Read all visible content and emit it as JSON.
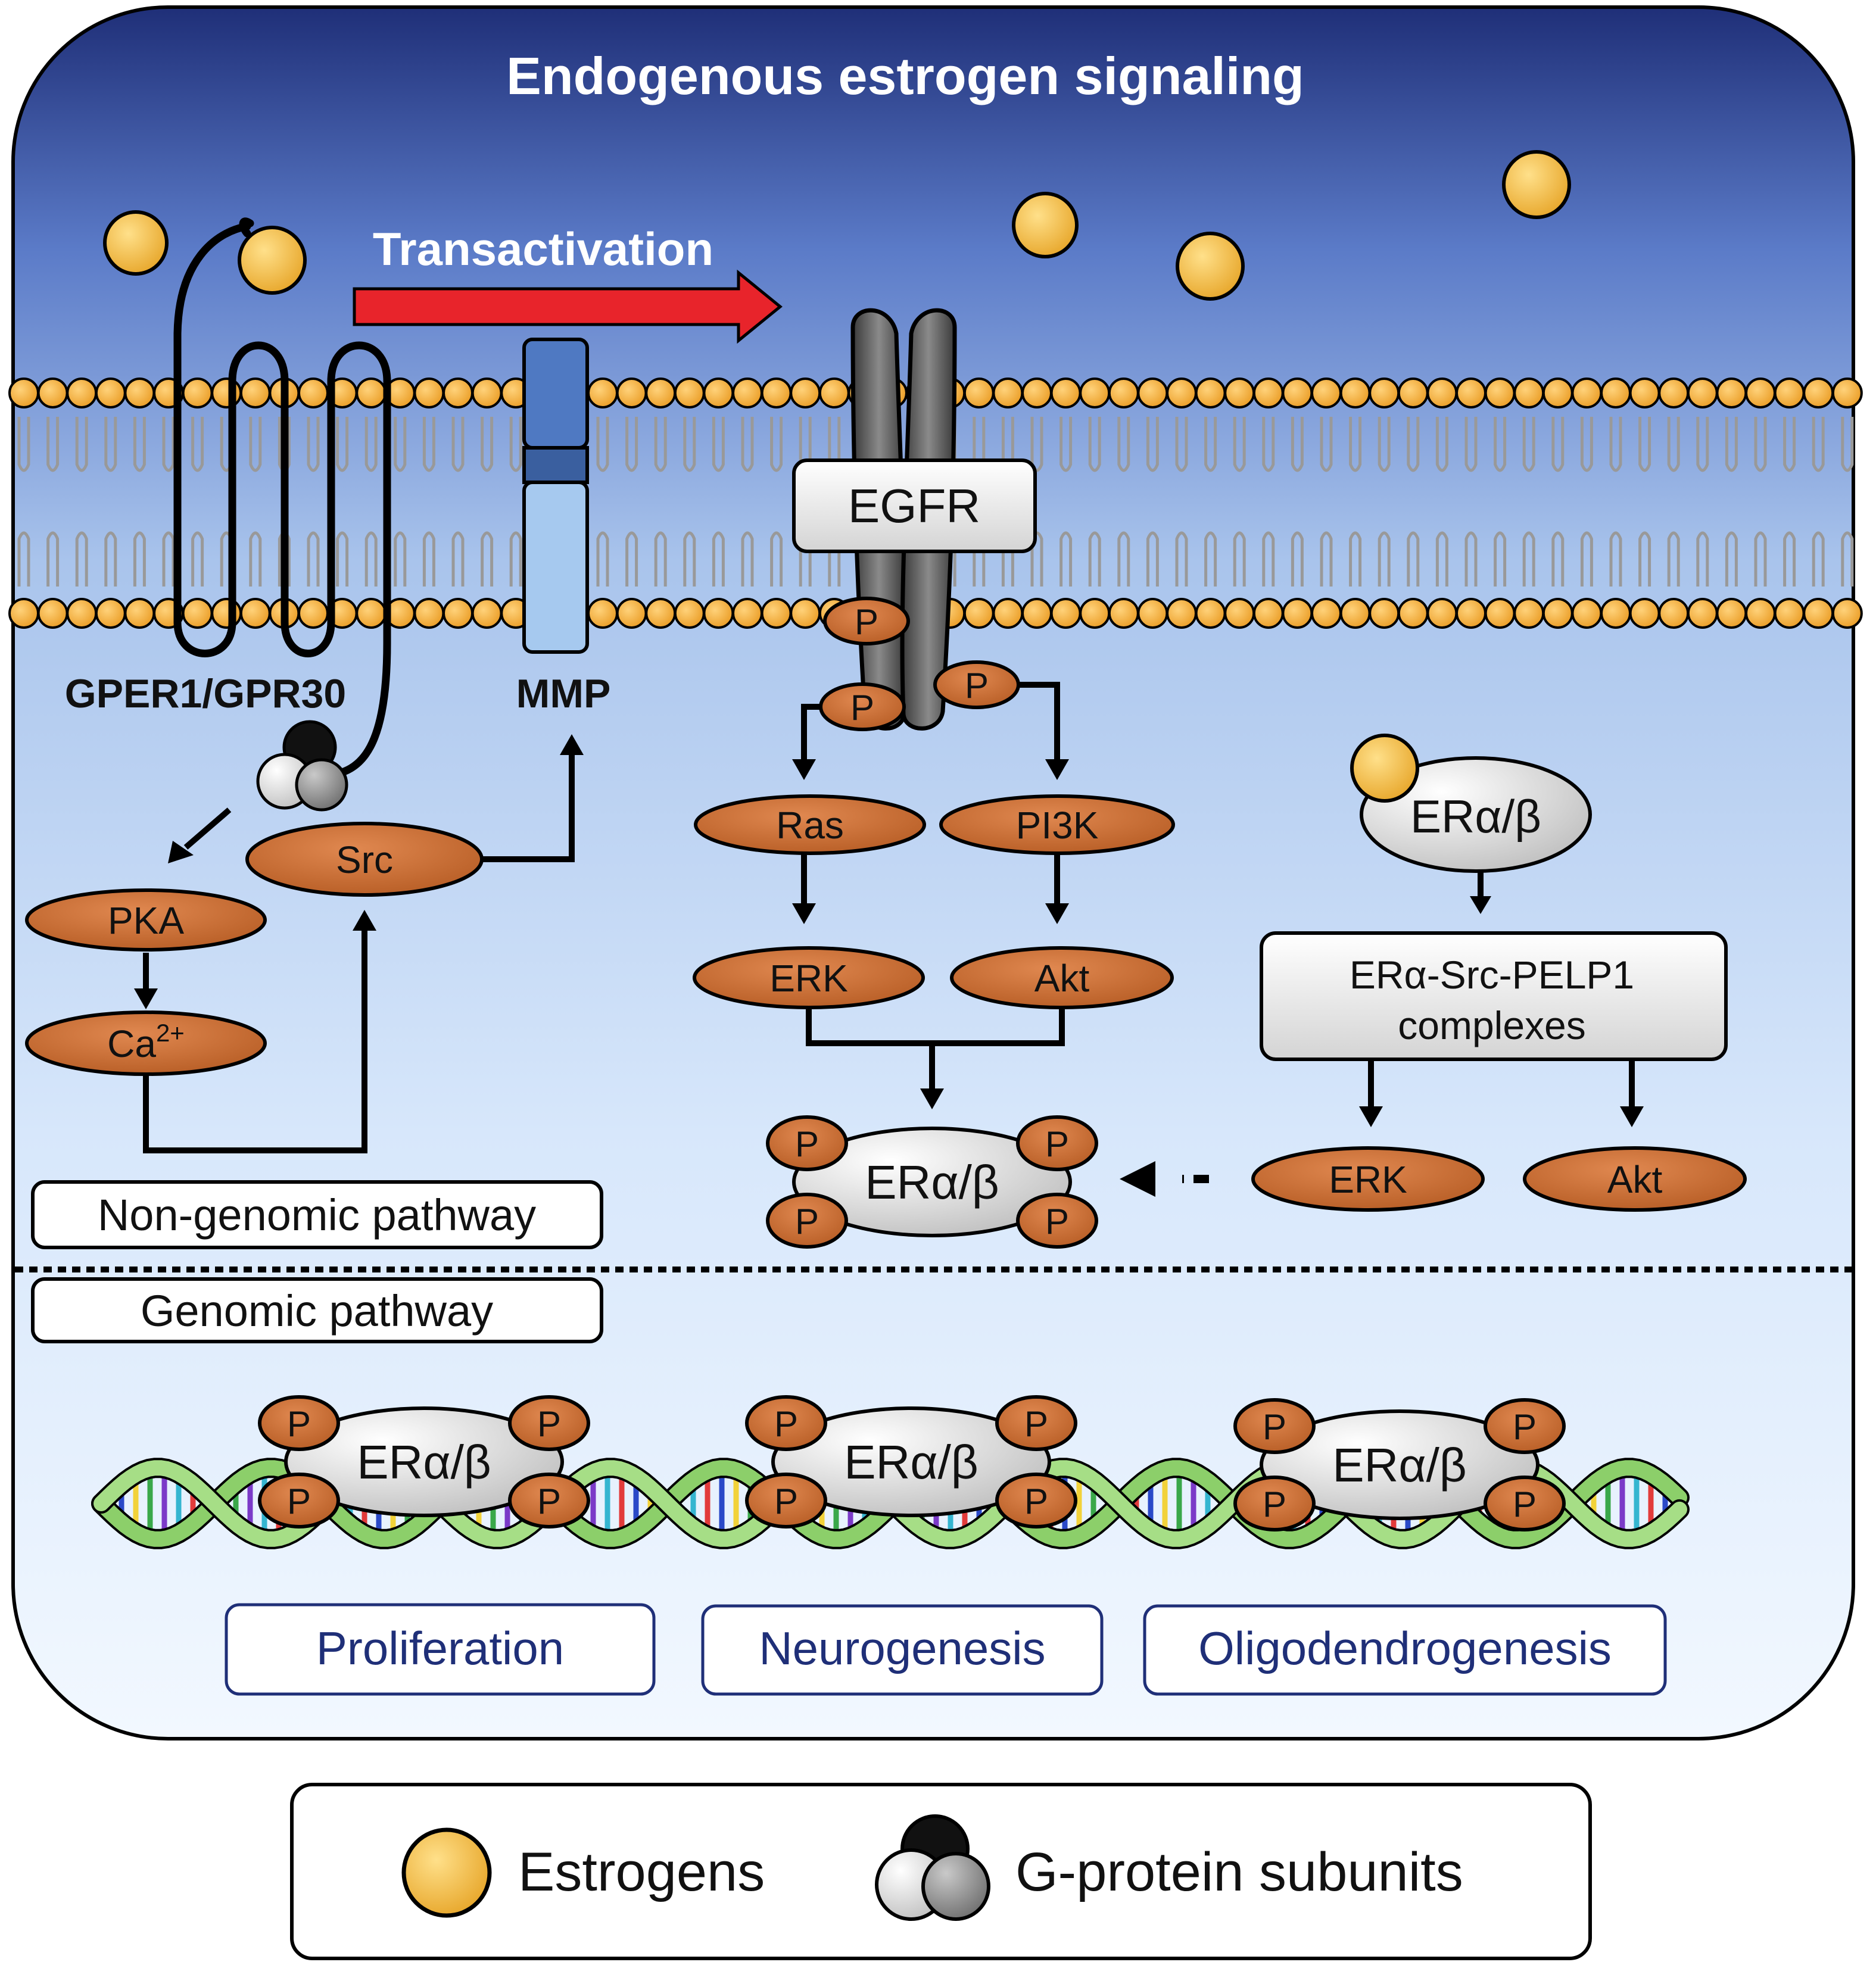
{
  "title": "Endogenous estrogen signaling",
  "arrow_label": "Transactivation",
  "receptors": {
    "gper": "GPER1/GPR30",
    "mmp": "MMP",
    "egfr": "EGFR"
  },
  "nodes": {
    "pka": "PKA",
    "ca_base": "Ca",
    "ca_sup": "2+",
    "src": "Src",
    "ras": "Ras",
    "pi3k": "PI3K",
    "erk": "ERK",
    "akt": "Akt",
    "er": "ERα/β",
    "phospho": "P",
    "complex_line1": "ERα-Src-PELP1",
    "complex_line2": "complexes"
  },
  "pathways": {
    "non_genomic": "Non-genomic pathway",
    "genomic": "Genomic pathway"
  },
  "outcomes": [
    "Proliferation",
    "Neurogenesis",
    "Oligodendrogenesis"
  ],
  "legend": {
    "estrogens": "Estrogens",
    "g_protein": "G-protein subunits"
  },
  "colors": {
    "sky_top": "#1f2f78",
    "sky_mid": "#5b7bc8",
    "sky_bottom": "#eef6ff",
    "membrane_head": "#f2ac3a",
    "kinase": "#c5692e",
    "estrogen": "#f6c244",
    "arrow_red": "#e8242b",
    "outcome_text": "#1f2f78",
    "dna_green": "#8ccf6a"
  }
}
